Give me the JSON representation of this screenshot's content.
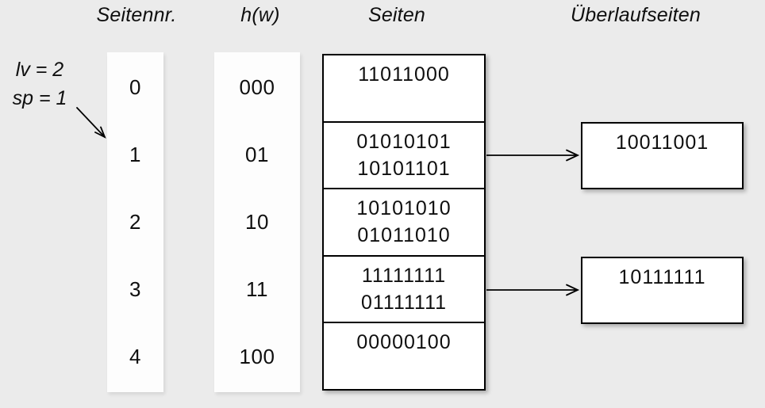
{
  "diagram": {
    "type": "linear-hashing-overflow-diagram",
    "colors": {
      "background": "#ebebeb",
      "box_background": "#ffffff",
      "border": "#000000",
      "text": "#0f0f0f"
    },
    "annotation": {
      "lv": "lv = 2",
      "sp": "sp = 1"
    },
    "headers": {
      "seitennr": "Seitennr.",
      "hw": "h(w)",
      "seiten": "Seiten",
      "ueberlauf": "Überlaufseiten"
    },
    "rows": [
      {
        "nr": "0",
        "hw": "000",
        "entries": [
          "11011000"
        ]
      },
      {
        "nr": "1",
        "hw": "01",
        "entries": [
          "01010101",
          "10101101"
        ],
        "overflow": "10011001"
      },
      {
        "nr": "2",
        "hw": "10",
        "entries": [
          "10101010",
          "01011010"
        ]
      },
      {
        "nr": "3",
        "hw": "11",
        "entries": [
          "11111111",
          "01111111"
        ],
        "overflow": "10111111"
      },
      {
        "nr": "4",
        "hw": "100",
        "entries": [
          "00000100"
        ]
      }
    ]
  }
}
